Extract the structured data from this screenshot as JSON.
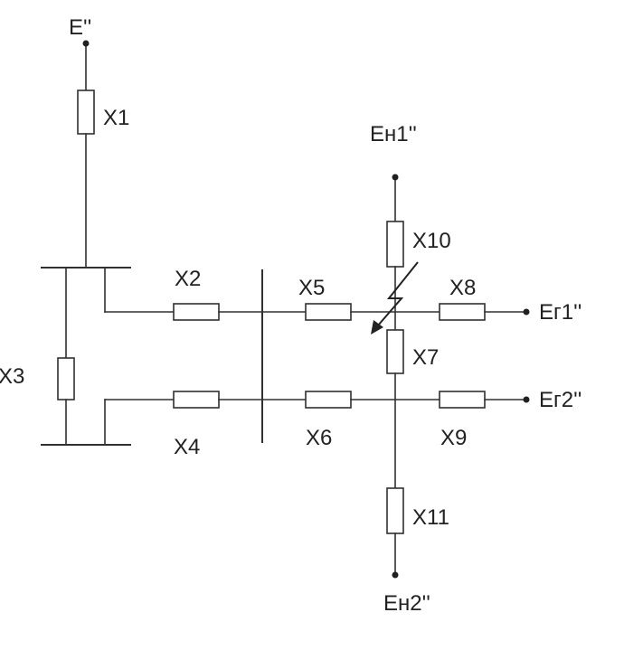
{
  "sources": {
    "e": "E''",
    "en1": "Ен1''",
    "en2": "Ен2''",
    "eg1": "Ег1''",
    "eg2": "Ег2''"
  },
  "reactances": {
    "x1": "X1",
    "x2": "X2",
    "x3": "X3",
    "x4": "X4",
    "x5": "X5",
    "x6": "X6",
    "x7": "X7",
    "x8": "X8",
    "x9": "X9",
    "x10": "X10",
    "x11": "X11"
  }
}
